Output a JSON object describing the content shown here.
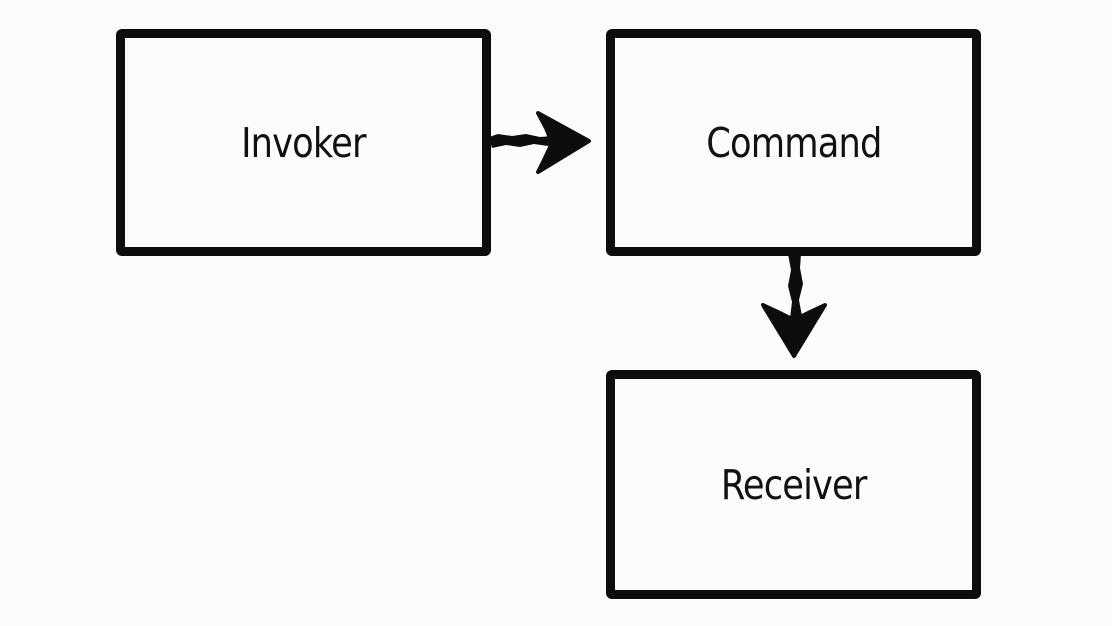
{
  "diagram": {
    "nodes": [
      {
        "id": "invoker",
        "label": "Invoker"
      },
      {
        "id": "command",
        "label": "Command"
      },
      {
        "id": "receiver",
        "label": "Receiver"
      }
    ],
    "edges": [
      {
        "from": "invoker",
        "to": "command"
      },
      {
        "from": "command",
        "to": "receiver"
      }
    ],
    "colors": {
      "stroke": "#0d0d0d",
      "background": "#fcfcfc"
    }
  }
}
